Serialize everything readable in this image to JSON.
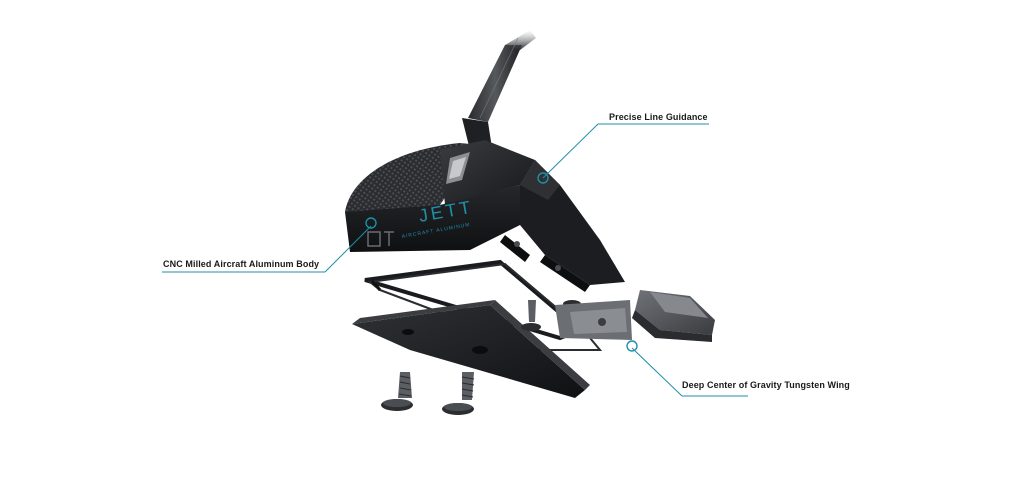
{
  "product": {
    "brand_mark": "JETT",
    "engraving": "AIRCRAFT ALUMINUM"
  },
  "callouts": [
    {
      "id": "precise-line",
      "label": "Precise Line Guidance"
    },
    {
      "id": "aluminum-body",
      "label": "CNC Milled Aircraft Aluminum Body"
    },
    {
      "id": "tungsten-wing",
      "label": "Deep Center of Gravity Tungsten Wing"
    }
  ],
  "colors": {
    "accent": "#1f8fa8",
    "body_dark": "#1b1c1f",
    "body_mid": "#2b2d31",
    "metal_gray": "#5b5e63"
  }
}
